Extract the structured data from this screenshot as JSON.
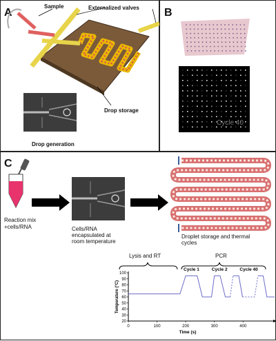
{
  "panels": [
    {
      "label": "A"
    },
    {
      "label": "B"
    },
    {
      "label": "C"
    }
  ],
  "panel_a": {
    "sample_label": "Sample",
    "valves_label": "Externalized valves",
    "storage_label": "Drop storage",
    "generation_label": "Drop generation"
  },
  "panel_b": {
    "cycle_label": "Cycle 40"
  },
  "panel_c": {
    "reaction_line1": "Reaction mix",
    "reaction_line2": "+cells/RNA",
    "cells_line1": "Cells/RNA",
    "cells_line2": "encapsulated      at",
    "cells_line3": "room temperature",
    "droplet_line1": "Droplet  storage  and  thermal",
    "droplet_line2": "cycles",
    "lysis_label": "Lysis and RT",
    "pcr_label": "PCR",
    "cycle1": "Cycle 1",
    "cycle2": "Cycle 2",
    "cycle40": "Cycle 40",
    "colors": {
      "tube_liquid": "#e8336d",
      "droplet": "#d9534f",
      "channel": "#f2c94c",
      "trace": "#6b6bc8"
    }
  },
  "chart_data": {
    "type": "line",
    "xlabel": "Time (s)",
    "ylabel": "Temperature (°C)",
    "xticks": [
      0,
      100,
      200,
      300,
      400
    ],
    "yticks": [
      20,
      30,
      40,
      50,
      60,
      70,
      80,
      90,
      100
    ],
    "xlim": [
      0,
      510
    ],
    "ylim": [
      20,
      100
    ],
    "series": [
      {
        "values": [
          [
            0,
            65
          ],
          [
            180,
            65
          ],
          [
            200,
            95
          ],
          [
            240,
            95
          ],
          [
            258,
            60
          ],
          [
            290,
            60
          ],
          [
            300,
            95
          ],
          [
            320,
            95
          ],
          [
            338,
            60
          ],
          [
            355,
            60
          ]
        ],
        "style": "solid"
      },
      {
        "values": [
          [
            355,
            60
          ],
          [
            365,
            95
          ]
        ],
        "style": "dashed"
      },
      {
        "values": [
          [
            365,
            95
          ],
          [
            385,
            95
          ],
          [
            398,
            60
          ]
        ],
        "style": "solid"
      },
      {
        "values": [
          [
            398,
            60
          ],
          [
            440,
            60
          ],
          [
            452,
            95
          ]
        ],
        "style": "dashed"
      },
      {
        "values": [
          [
            452,
            95
          ],
          [
            470,
            95
          ],
          [
            483,
            60
          ],
          [
            510,
            60
          ]
        ],
        "style": "solid"
      }
    ]
  }
}
